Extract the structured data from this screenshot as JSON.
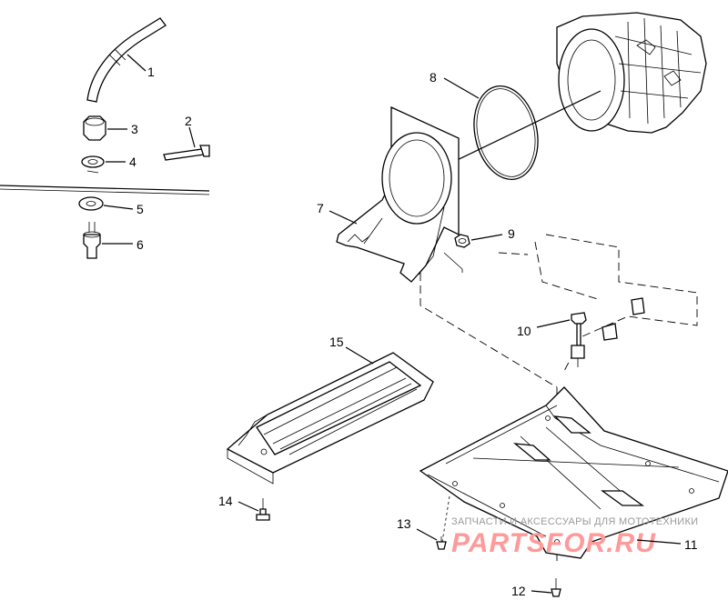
{
  "labels": {
    "p1": "1",
    "p2": "2",
    "p3": "3",
    "p4": "4",
    "p5": "5",
    "p6": "6",
    "p7": "7",
    "p8": "8",
    "p9": "9",
    "p10": "10",
    "p11": "11",
    "p12": "12",
    "p13": "13",
    "p14": "14",
    "p15": "15"
  },
  "watermark": {
    "subtitle": "ЗАПЧАСТИ И АКСЕССУАРЫ ДЛЯ МОТОТЕХНИКИ",
    "brand": "PARTSFOR.RU"
  }
}
